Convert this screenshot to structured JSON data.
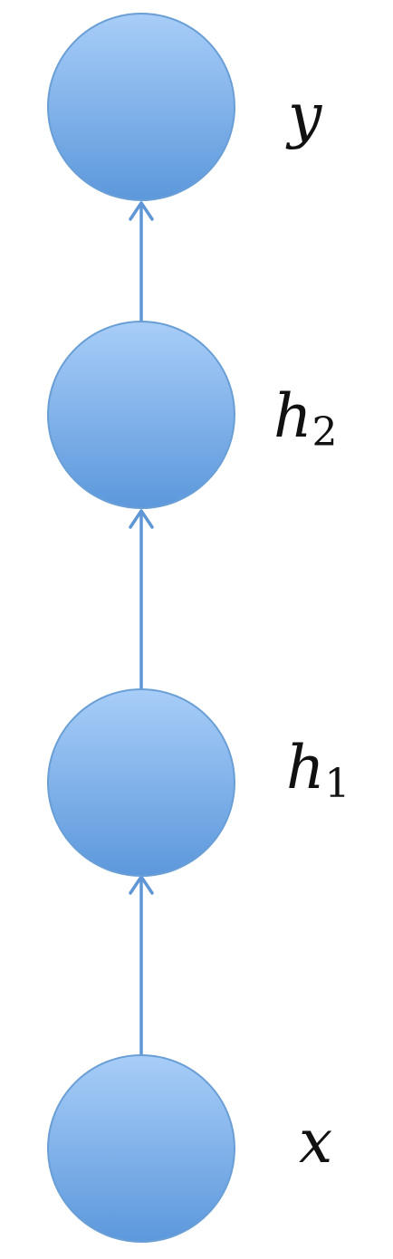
{
  "diagram": {
    "type": "feedforward-network",
    "colors": {
      "node_fill_top": "#a8cdf8",
      "node_fill_bottom": "#5c98dc",
      "node_stroke": "#6a9fd6",
      "edge": "#5f97d6"
    },
    "nodes": [
      {
        "id": "y",
        "label": "y",
        "subscript": ""
      },
      {
        "id": "h2",
        "label": "h",
        "subscript": "2"
      },
      {
        "id": "h1",
        "label": "h",
        "subscript": "1"
      },
      {
        "id": "x",
        "label": "x",
        "subscript": ""
      }
    ],
    "edges": [
      {
        "from": "x",
        "to": "h1"
      },
      {
        "from": "h1",
        "to": "h2"
      },
      {
        "from": "h2",
        "to": "y"
      }
    ]
  }
}
